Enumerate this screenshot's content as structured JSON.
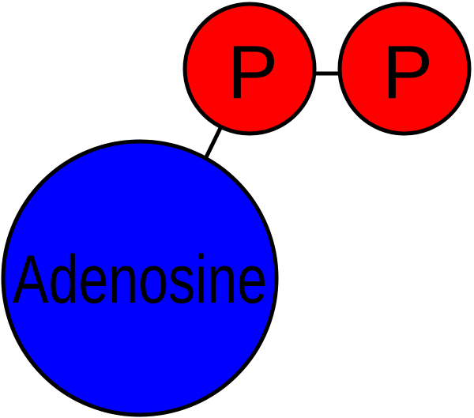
{
  "diagram": {
    "adenosine": {
      "label": "Adenosine",
      "color": "#0000ff"
    },
    "phosphates": [
      {
        "label": "P",
        "color": "#ff0000"
      },
      {
        "label": "P",
        "color": "#ff0000"
      }
    ],
    "stroke_color": "#000000"
  }
}
